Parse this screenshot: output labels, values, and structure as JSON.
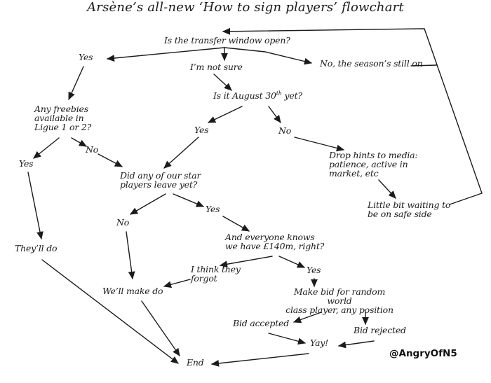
{
  "title": "Arsène’s all-new ‘How to sign players’ flowchart",
  "credit": "@AngryOfN5",
  "colors": {
    "ink": "#1b1b1b",
    "background": "#ffffff"
  },
  "nodes": {
    "q_window": "Is the transfer window open?",
    "yes_top": "Yes",
    "not_sure": "I’m not sure",
    "no_season": "No, the season’s still on",
    "q_august_pre": "Is it August 30",
    "q_august_sup": "th",
    "q_august_post": " yet?",
    "freebies": "Any freebies\navailable in\nLigue 1 or 2?",
    "yes_august": "Yes",
    "no_august": "No",
    "no_freebies": "No",
    "yes_freebies": "Yes",
    "drop_hints": "Drop hints to media:\npatience, active in\nmarket, etc",
    "q_star": "Did any of our star\nplayers leave yet?",
    "little_bit": "Little bit waiting to\nbe on safe side",
    "yes_star": "Yes",
    "no_star": "No",
    "q_140": "And everyone knows\nwe have £140m, right?",
    "theyll_do": "They’ll do",
    "i_think": "I think they\nforgot",
    "yes_140": "Yes",
    "well_make": "We’ll make do",
    "make_bid": "Make bid for random world\nclass player, any position",
    "bid_accepted": "Bid accepted",
    "bid_rejected": "Bid rejected",
    "yay": "Yay!",
    "end": "End"
  }
}
